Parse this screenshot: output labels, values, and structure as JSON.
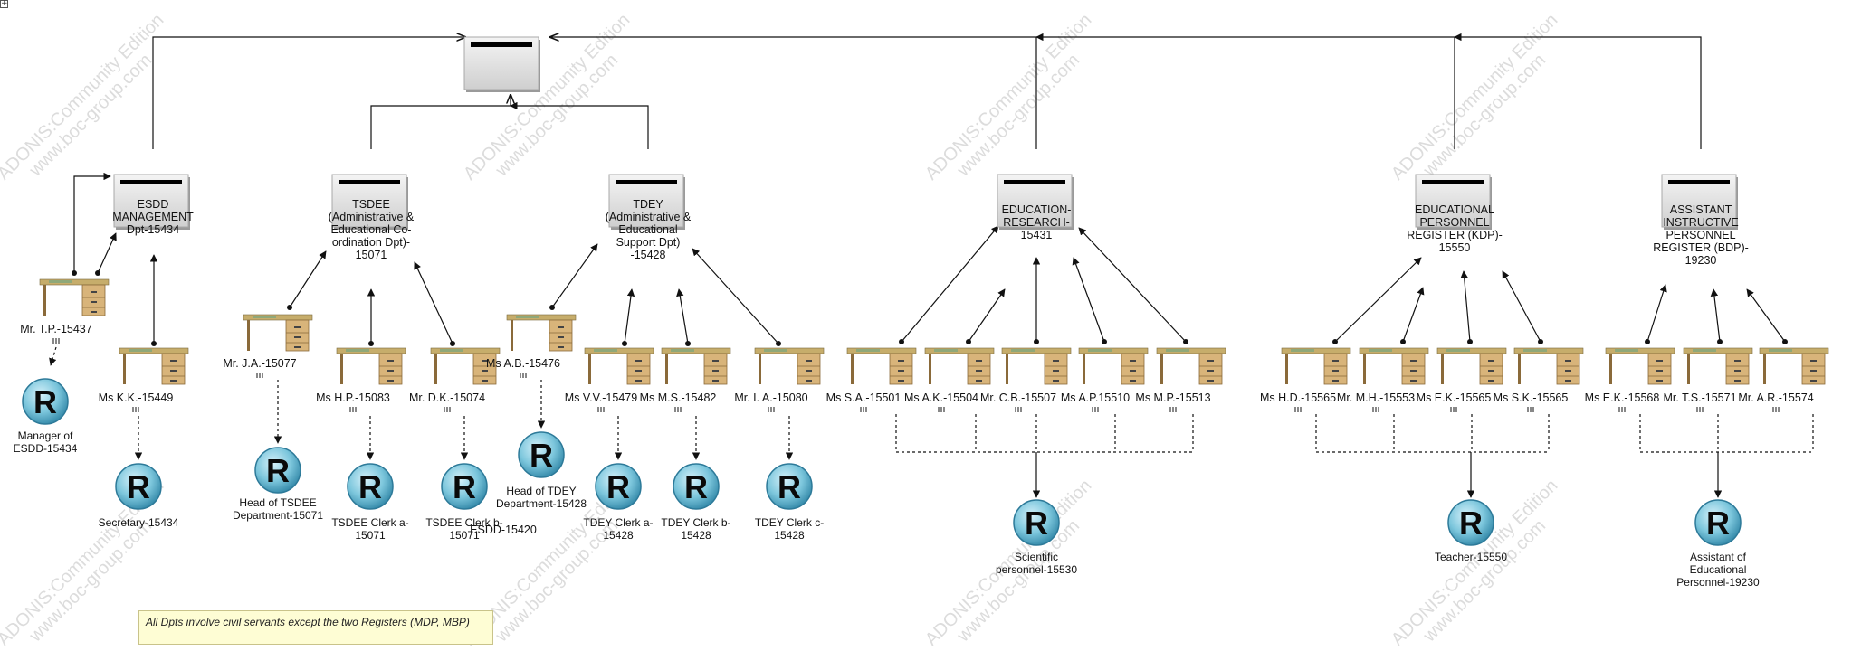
{
  "corner_glyph": "+",
  "note": "All Dpts involve civil servants except the two Registers (MDP, MBP)",
  "watermark": {
    "line1": "ADONIS:Community Edition",
    "line2": "www.boc-group.com"
  },
  "units": {
    "esdd": [
      "ESDD-15420"
    ],
    "mgmt": [
      "ESDD",
      "MANAGEMENT",
      "Dpt-15434"
    ],
    "tsdee": [
      "TSDEE",
      "(Administrative &",
      "Educational Co-",
      "ordination Dpt)-",
      "15071"
    ],
    "tdey": [
      "TDEY",
      "(Administrative &",
      "Educational",
      "Support Dpt)",
      "-15428"
    ],
    "edu": [
      "EDUCATION-",
      "RESEARCH-",
      "15431"
    ],
    "kdp": [
      "EDUCATIONAL",
      "PERSONNEL",
      "REGISTER (KDP)-",
      "15550"
    ],
    "bdp": [
      "ASSISTANT",
      "INSTRUCTIVE",
      "PERSONNEL",
      "REGISTER (BDP)-",
      "19230"
    ]
  },
  "positions": {
    "tp": "Mr. T.P.-15437",
    "kk": "Ms K.K.-15449",
    "ja": "Mr. J.A.-15077",
    "hp": "Ms H.P.-15083",
    "dk": "Mr. D.K.-15074",
    "ab": "Ms A.B.-15476",
    "vv": "Ms V.V.-15479",
    "ms": "Ms M.S.-15482",
    "ia": "Mr. I. A.-15080",
    "sa": "Ms S.A.-15501",
    "ak": "Ms A.K.-15504",
    "cb": "Mr. C.B.-15507",
    "ap": "Ms A.P.15510",
    "mp": "Ms M.P.-15513",
    "hd": "Ms H.D.-15565",
    "mh": "Mr. M.H.-15553",
    "ek1": "Ms E.K.-15565",
    "sk": "Ms S.K.-15565",
    "ek2": "Ms E.K.-15568",
    "ts": "Mr. T.S.-15571",
    "ar": "Mr. A.R.-15574"
  },
  "roles": {
    "glyph": "R",
    "r_mgr": [
      "Manager of",
      "ESDD-15434"
    ],
    "r_sec": [
      "Secretary-15434"
    ],
    "r_htsdee": [
      "Head of TSDEE",
      "Department-15071"
    ],
    "r_tsa": [
      "TSDEE Clerk a-",
      "15071"
    ],
    "r_tsb": [
      "TSDEE Clerk b-",
      "15071"
    ],
    "r_htdey": [
      "Head of TDEY",
      "Department-15428"
    ],
    "r_tda": [
      "TDEY Clerk a-",
      "15428"
    ],
    "r_tdb": [
      "TDEY Clerk b-",
      "15428"
    ],
    "r_tdc": [
      "TDEY Clerk c-",
      "15428"
    ],
    "r_sci": [
      "Scientific",
      "personnel-15530"
    ],
    "r_teach": [
      "Teacher-15550"
    ],
    "r_asst": [
      "Assistant of",
      "Educational",
      "Personnel-19230"
    ]
  }
}
